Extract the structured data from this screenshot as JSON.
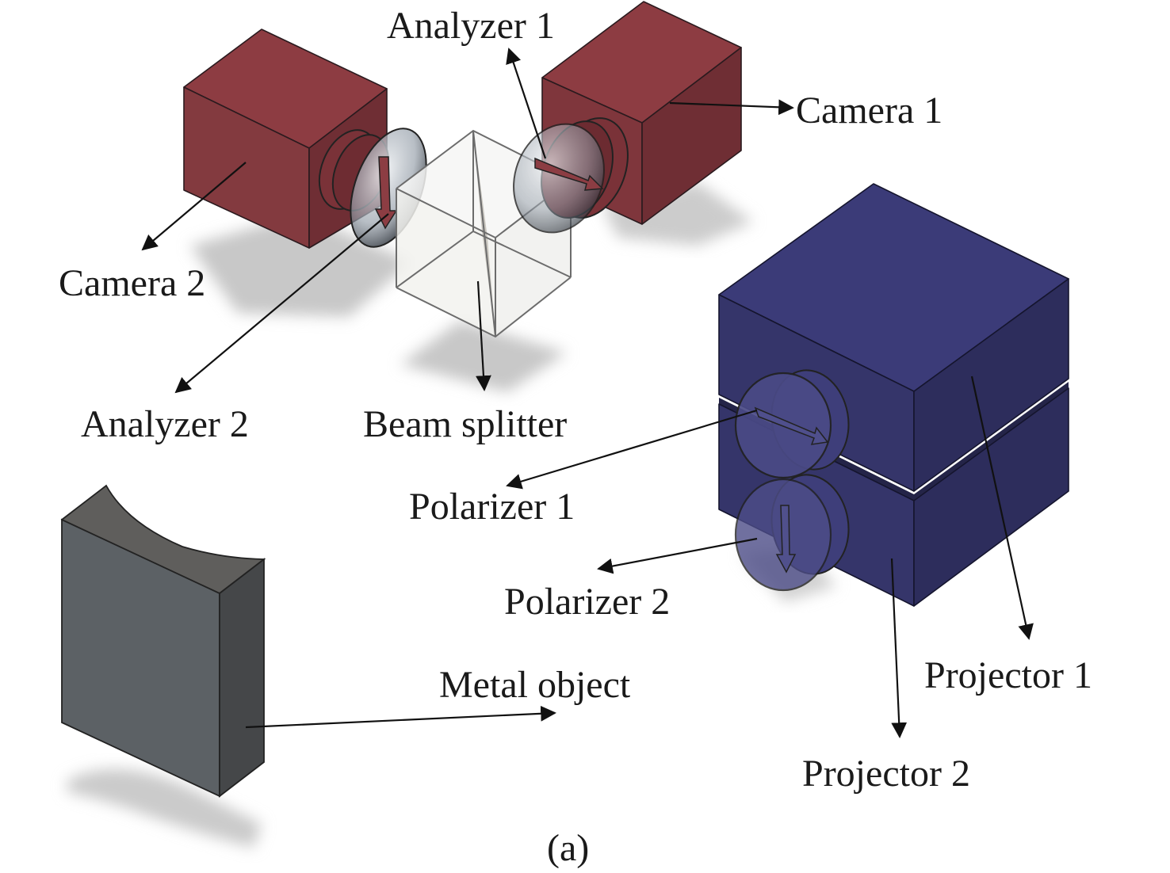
{
  "figure": {
    "caption": "(a)",
    "colors": {
      "camera_body": "#8a3b40",
      "camera_top": "#8d3c42",
      "camera_side": "#6e2d33",
      "projector_front": "#35356a",
      "projector_top": "#3b3b78",
      "projector_side": "#2b2b58",
      "metal_front": "#5c6165",
      "metal_top": "#5e5d5b",
      "metal_side": "#444648",
      "shadow": "#c9c9c9"
    }
  },
  "labels": {
    "analyzer_1": "Analyzer 1",
    "camera_1": "Camera 1",
    "camera_2": "Camera 2",
    "analyzer_2": "Analyzer 2",
    "beam_splitter": "Beam splitter",
    "polarizer_1": "Polarizer 1",
    "polarizer_2": "Polarizer 2",
    "metal_object": "Metal object",
    "projector_1": "Projector 1",
    "projector_2": "Projector 2"
  }
}
